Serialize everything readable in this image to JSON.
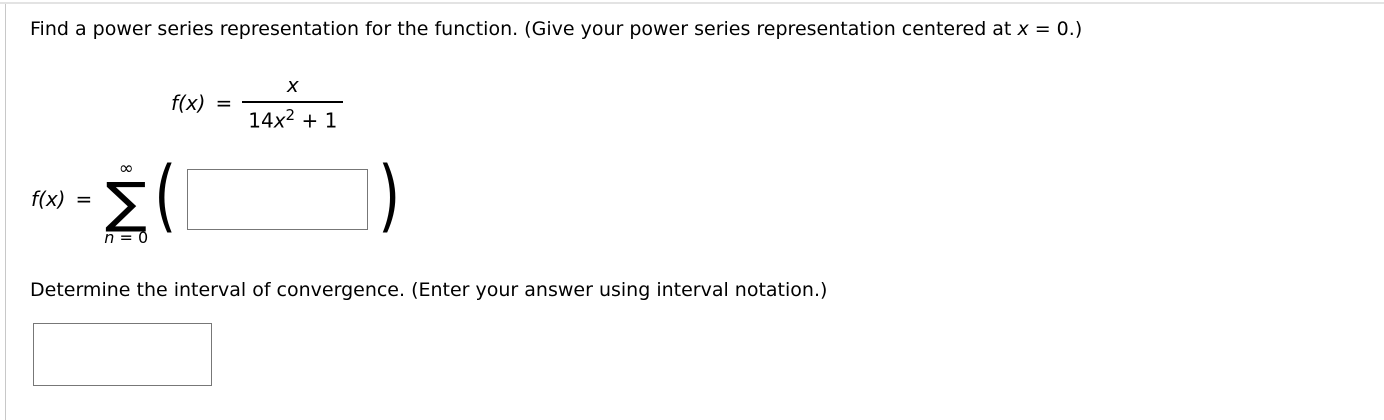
{
  "colors": {
    "text": "#000000",
    "input_border": "#777777",
    "top_rule": "#e3e3e3",
    "left_rule": "#c8c8c8",
    "background": "#ffffff"
  },
  "problem": {
    "instruction_prefix": "Find a power series representation for the function. (Give your power series representation centered at ",
    "instruction_var": "x",
    "instruction_suffix": " = 0.)"
  },
  "function_definition": {
    "lhs": "f(x)",
    "equals": "=",
    "numerator": "x",
    "denominator_coeff": "14",
    "denominator_var": "x",
    "denominator_exponent": "2",
    "denominator_tail": " + 1"
  },
  "power_series": {
    "lhs": "f(x)",
    "equals": "=",
    "sum_upper": "∞",
    "sum_symbol": "∑",
    "sum_lower_var": "n",
    "sum_lower_tail": " = 0",
    "open_paren": "(",
    "close_paren": ")",
    "answer_value": ""
  },
  "interval_prompt": "Determine the interval of convergence. (Enter your answer using interval notation.)",
  "interval_answer_value": ""
}
